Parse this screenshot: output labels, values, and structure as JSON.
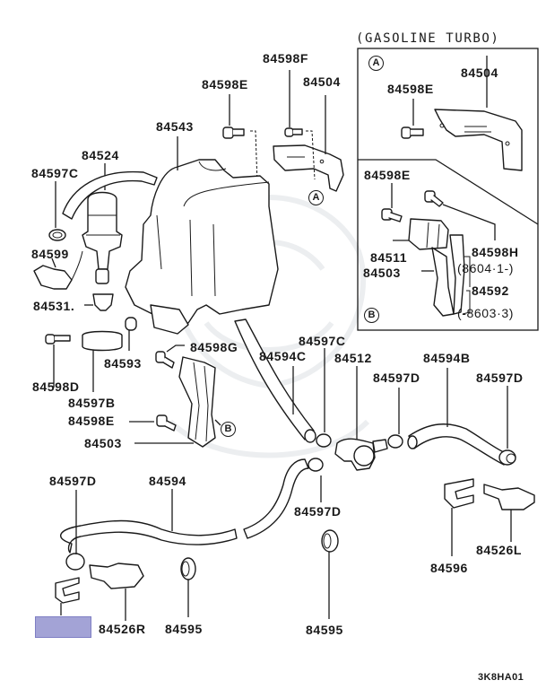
{
  "diagram": {
    "title": "Windshield Washer Tank & Hose Parts Diagram",
    "inset": {
      "heading": "(GASOLINE TURBO)",
      "section_a": {
        "marker": "A",
        "labels": {
          "bolt": "84598E",
          "bracket": "84504"
        }
      },
      "section_b": {
        "marker": "B",
        "labels": {
          "bolt_e": "84598E",
          "bolt_h": "84598H",
          "bolt_h_date": "(8604·1-)",
          "clamp": "84511",
          "bracket": "84503",
          "bracket_alt": "84592",
          "bracket_alt_date": "(-8603·3)"
        }
      }
    },
    "labels": {
      "tank": "84543",
      "bolt_tank": "84598E",
      "bolt_bracket": "84598F",
      "bracket_top": "84504",
      "pump": "84524",
      "clamp_pump": "84597C",
      "grommet_pump": "84599",
      "filter": "84531.",
      "bolt_band": "84598D",
      "band": "84597B",
      "nut": "84593",
      "bolt_g": "84598G",
      "bolt_lower": "84598E",
      "bracket_lower": "84503",
      "hose_c": "84594C",
      "clamp_c": "84597C",
      "valve": "84512",
      "clamp_d_mid": "84597D",
      "hose_b": "84594B",
      "clamp_d_right": "84597D",
      "clamp_d_left": "84597D",
      "hose_main": "84594",
      "clamp_d_lower": "84597D",
      "nozzle_r": "84526R",
      "grommet_left": "84595",
      "grommet_mid": "84595",
      "clip": "84596",
      "nozzle_l": "84526L"
    },
    "callout_markers": {
      "a": "A",
      "b": "B"
    },
    "highlighted_part": {
      "description": "highlighted (redacted) label box for clip",
      "color": "#a3a3d6"
    },
    "figure_code": "3K8HA01"
  }
}
